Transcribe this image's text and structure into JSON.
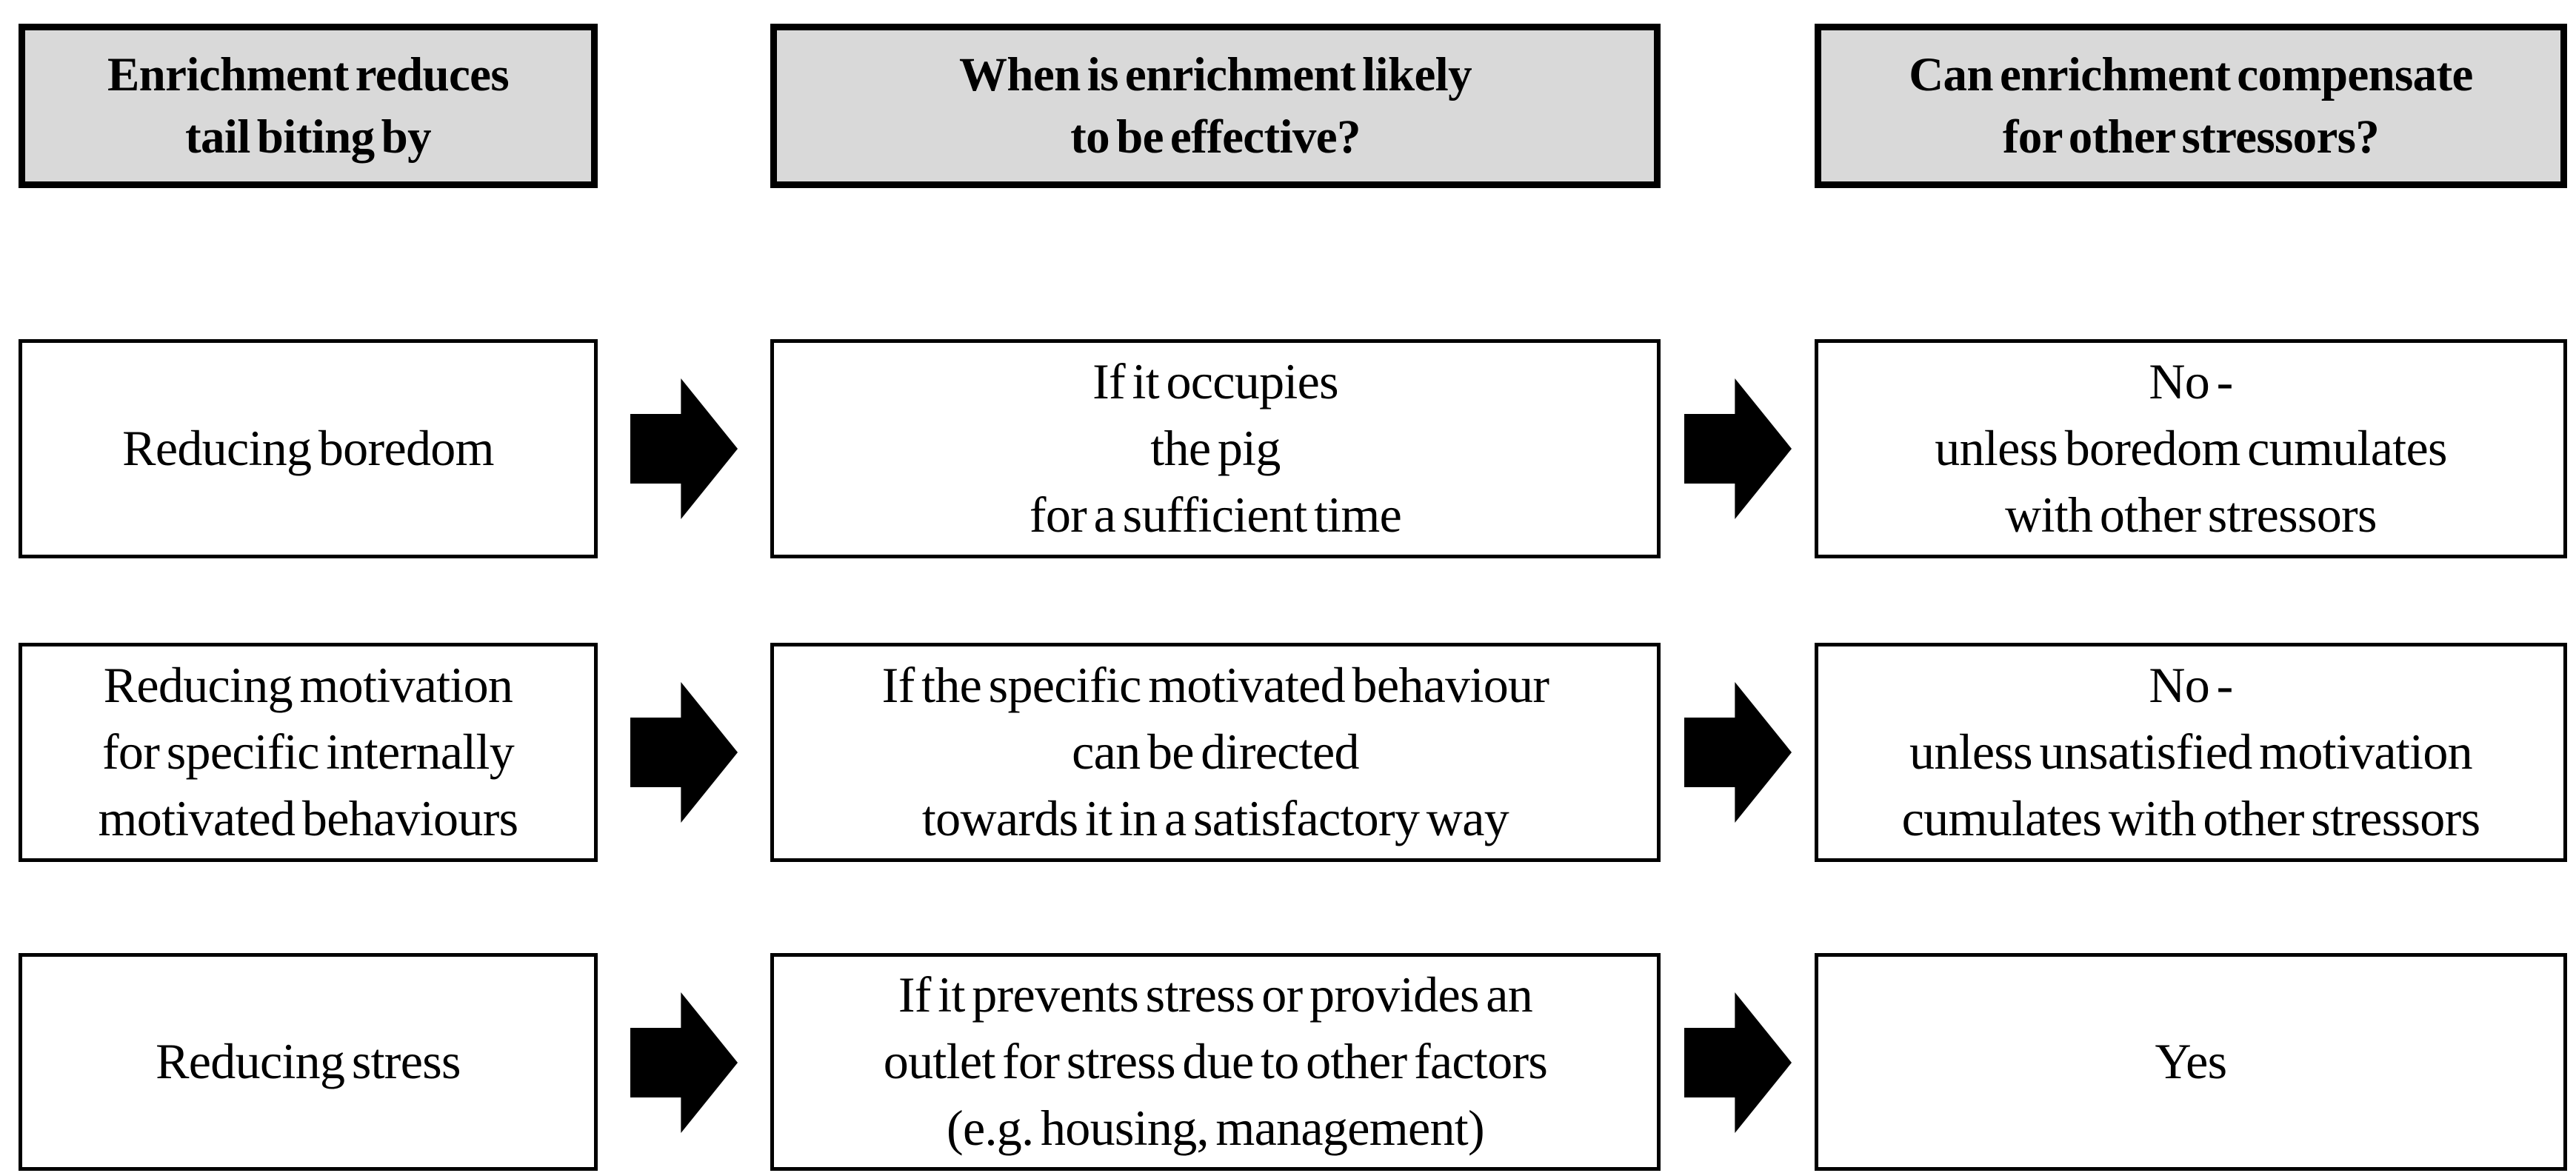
{
  "diagram": {
    "background_color": "#ffffff",
    "border_color": "#000000",
    "arrow_color": "#000000",
    "header_background_color": "#d9d9d9",
    "arrow_icon": "right-block-arrow",
    "headers": [
      {
        "label": "Enrichment reduces\ntail biting by"
      },
      {
        "label": "When is enrichment likely\nto be effective?"
      },
      {
        "label": "Can enrichment compensate\nfor other stressors?"
      }
    ],
    "rows": [
      {
        "mechanism": "Reducing boredom",
        "effectiveness": "If it occupies\nthe pig\nfor a sufficient time",
        "compensation": "No -\nunless boredom cumulates\nwith other stressors"
      },
      {
        "mechanism": "Reducing motivation\nfor specific internally\nmotivated behaviours",
        "effectiveness": "If the specific motivated behaviour\ncan be directed\ntowards it in a satisfactory way",
        "compensation": "No -\nunless unsatisfied motivation\ncumulates with other stressors"
      },
      {
        "mechanism": "Reducing stress",
        "effectiveness": "If it prevents stress or provides an\noutlet for stress due to other factors\n(e.g. housing, management)",
        "compensation": "Yes"
      }
    ]
  }
}
